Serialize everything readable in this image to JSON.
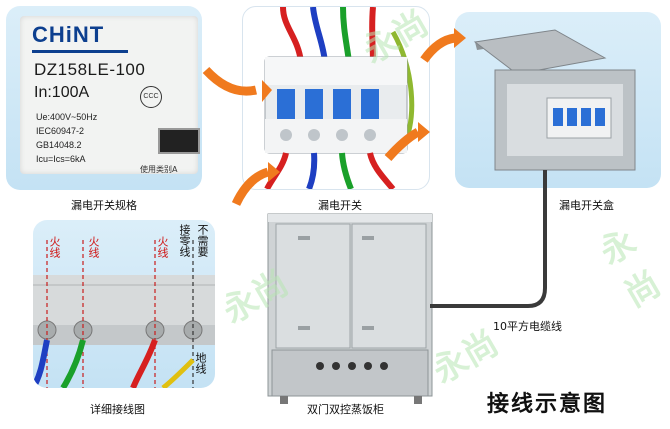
{
  "watermark": "永尚",
  "spec_label": {
    "brand": "CHiNT",
    "model": "DZ158LE-100",
    "rating": "In:100A",
    "ccc": "CCC",
    "specs": [
      "Ue:400V~50Hz",
      "IEC60947-2",
      "GB14048.2",
      "Icu=Ics=6kA"
    ],
    "usage_text": "使用类别A"
  },
  "captions": {
    "spec": "漏电开关规格",
    "breaker": "漏电开关",
    "box": "漏电开关盒",
    "wiring": "详细接线图",
    "cabinet": "双门双控蒸饭柜",
    "cable": "10平方电缆线"
  },
  "wiring_labels": {
    "live": [
      "火线",
      "火线",
      "火线"
    ],
    "neutral": "接零线",
    "not_needed": "不需要",
    "ground": "地线"
  },
  "title": "接线示意图",
  "colors": {
    "panel": "#cfe8f6",
    "arrow_orange": "#f07a1e",
    "live_text": "#d01818"
  }
}
